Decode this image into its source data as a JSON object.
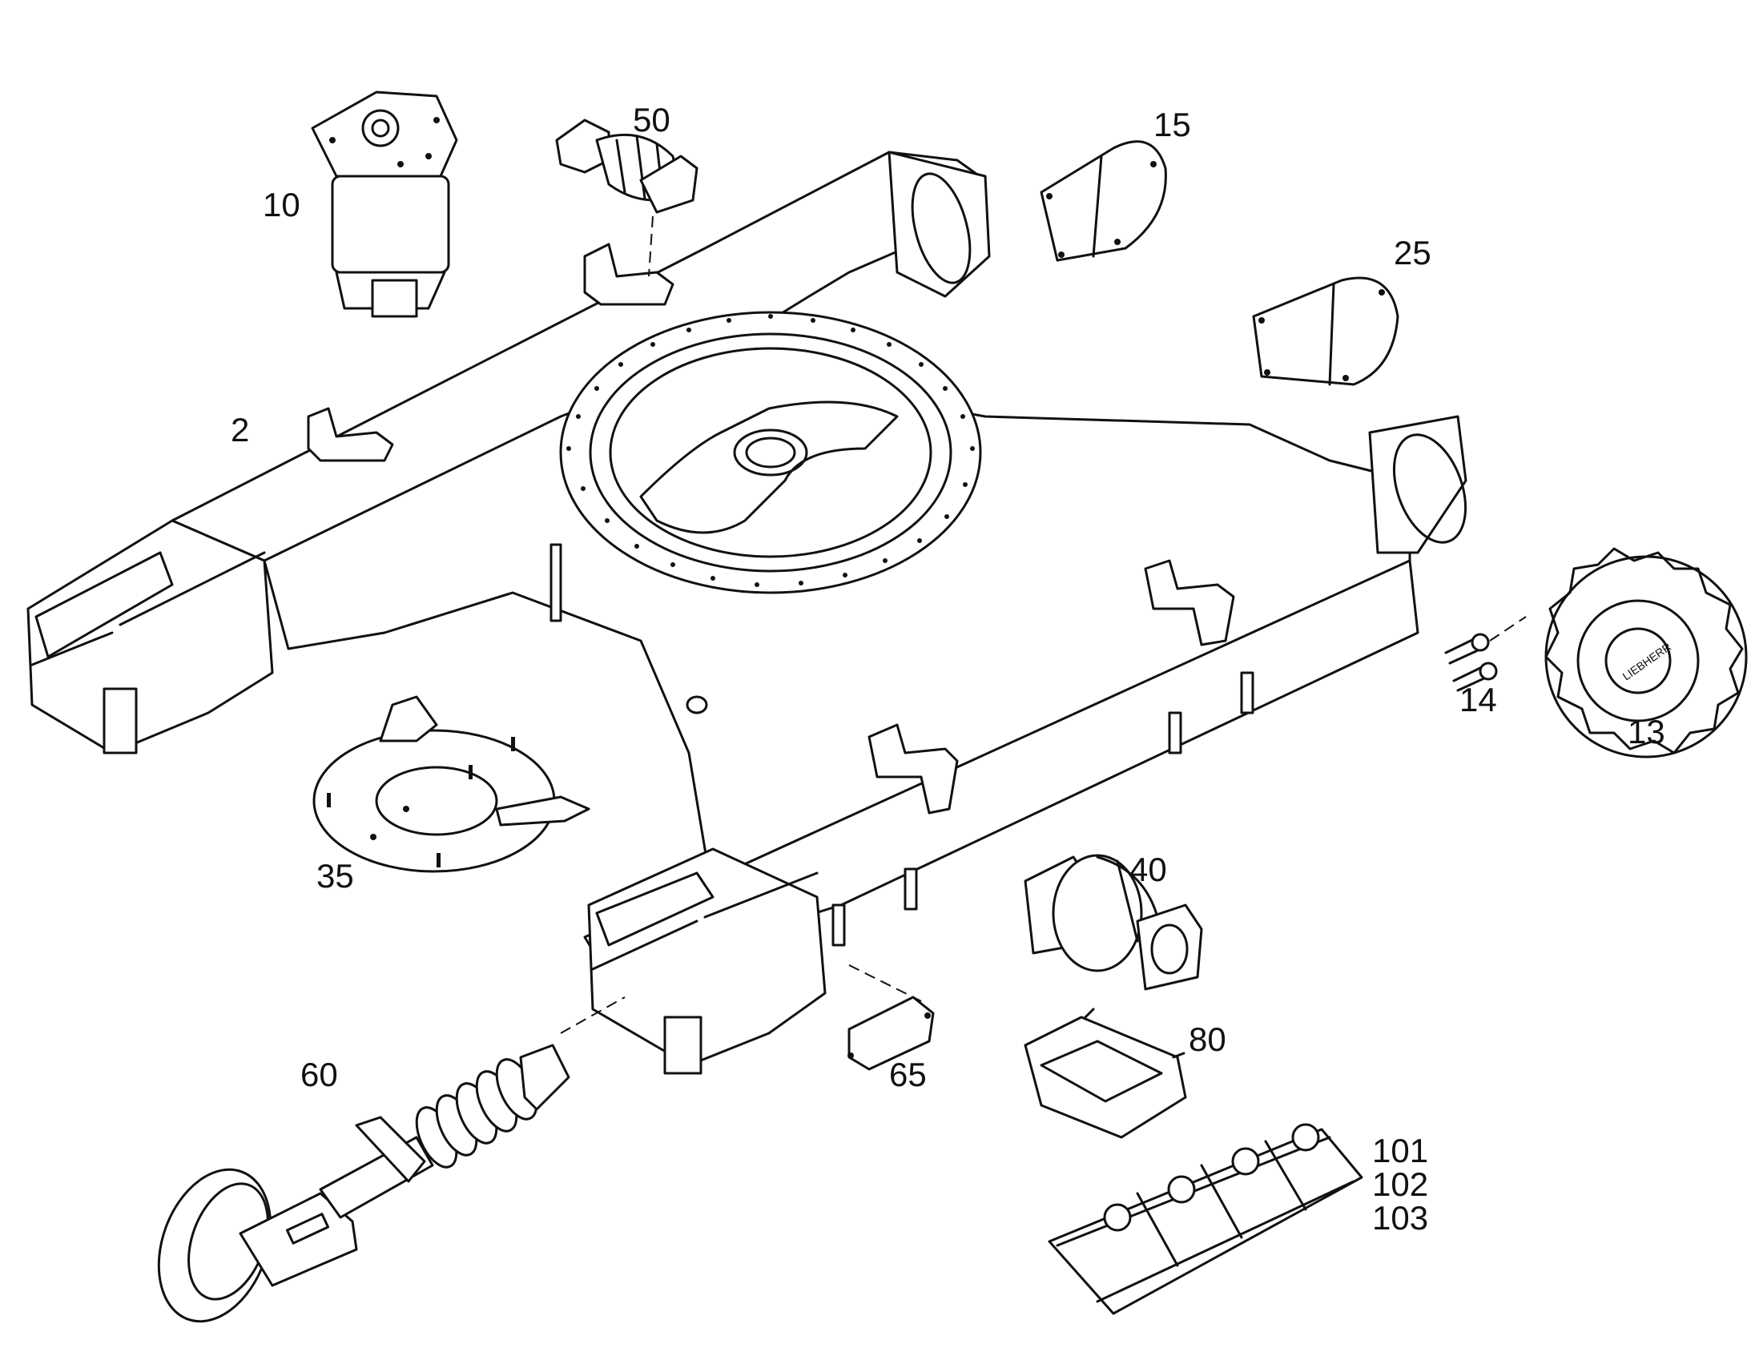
{
  "diagram": {
    "callouts": [
      {
        "id": "2",
        "label": "2"
      },
      {
        "id": "10",
        "label": "10"
      },
      {
        "id": "13",
        "label": "13"
      },
      {
        "id": "14",
        "label": "14"
      },
      {
        "id": "15",
        "label": "15"
      },
      {
        "id": "25",
        "label": "25"
      },
      {
        "id": "35",
        "label": "35"
      },
      {
        "id": "40",
        "label": "40"
      },
      {
        "id": "50",
        "label": "50"
      },
      {
        "id": "60",
        "label": "60"
      },
      {
        "id": "65",
        "label": "65"
      },
      {
        "id": "80",
        "label": "80"
      },
      {
        "id": "101",
        "label": "101"
      },
      {
        "id": "102",
        "label": "102"
      },
      {
        "id": "103",
        "label": "103"
      }
    ],
    "logo_text": "LIEBHERR",
    "line_color": "#111111",
    "background": "#ffffff"
  }
}
